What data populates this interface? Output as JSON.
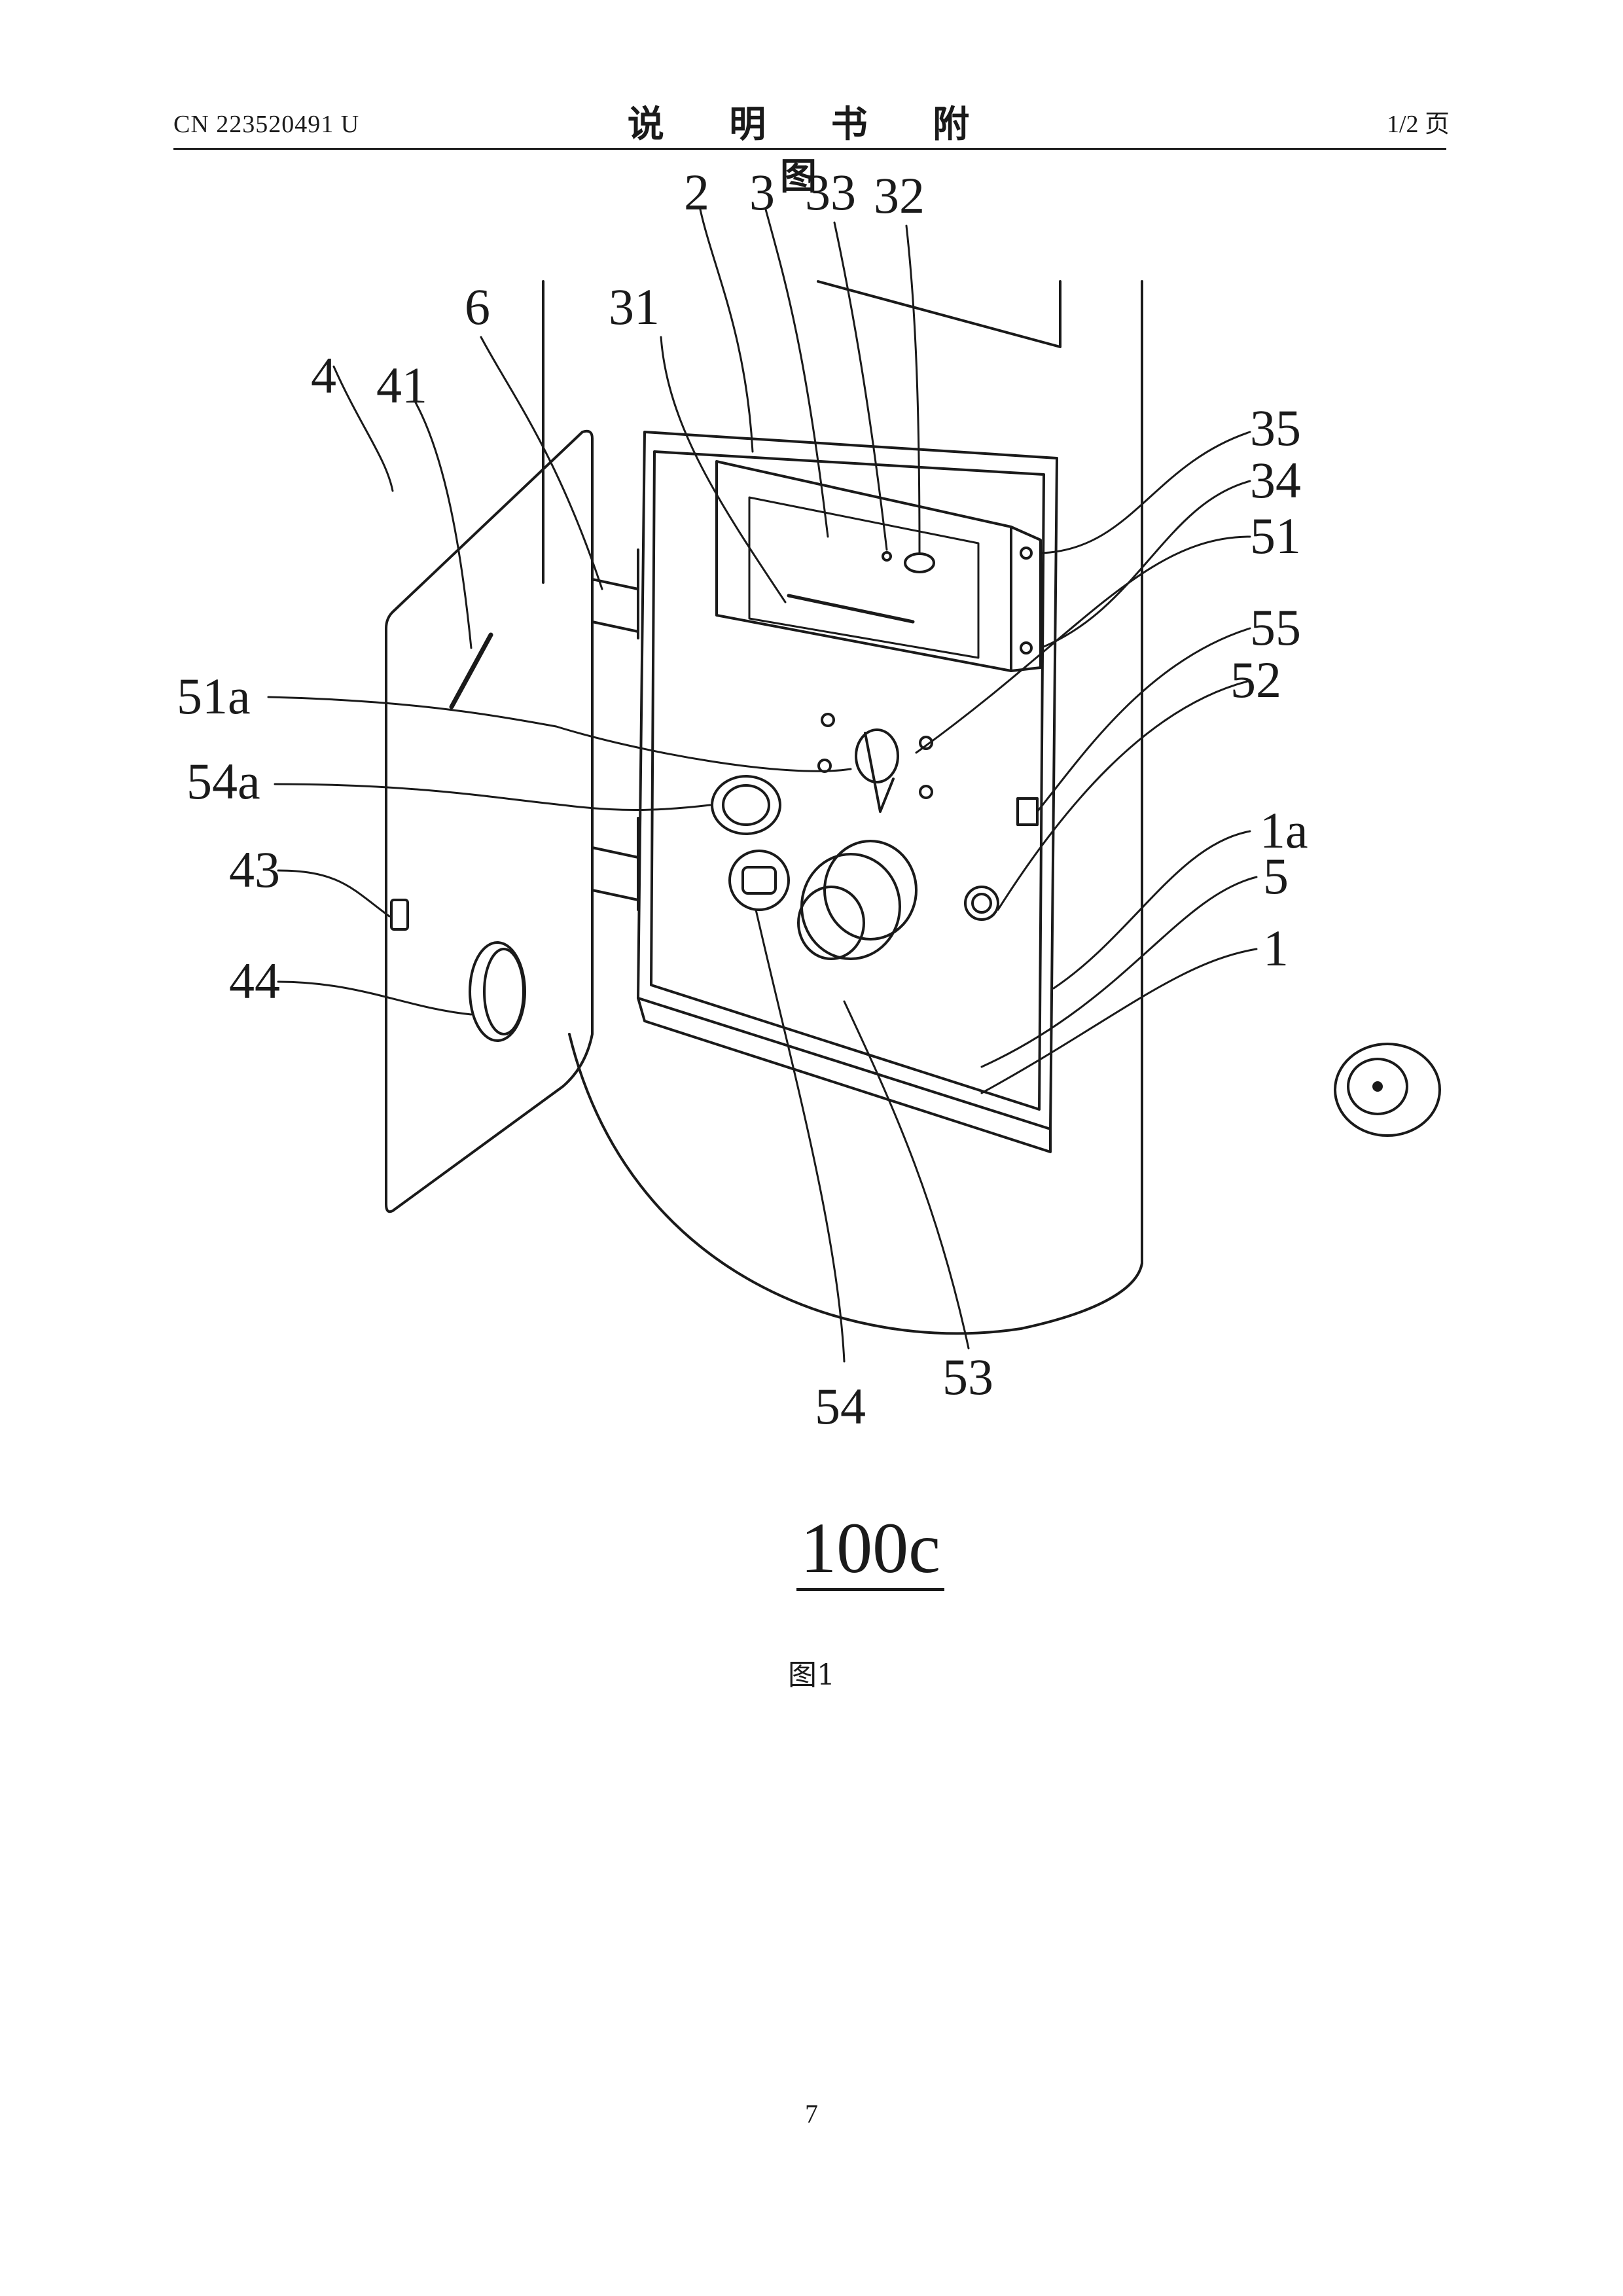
{
  "header": {
    "publication_number": "CN 223520491 U",
    "title": "说 明 书 附 图",
    "page_indicator": "1/2 页"
  },
  "figure": {
    "reference": "100c",
    "caption": "图1",
    "labels": {
      "l2": "2",
      "l3": "3",
      "l33": "33",
      "l32": "32",
      "l6": "6",
      "l31": "31",
      "l4": "4",
      "l41": "41",
      "l35": "35",
      "l34": "34",
      "l51": "51",
      "l51a": "51a",
      "l55": "55",
      "l54a": "54a",
      "l52": "52",
      "l43": "43",
      "l1a": "1a",
      "l44": "44",
      "l5": "5",
      "l1": "1",
      "l53": "53",
      "l54": "54"
    }
  },
  "footer": {
    "page_number": "7"
  }
}
